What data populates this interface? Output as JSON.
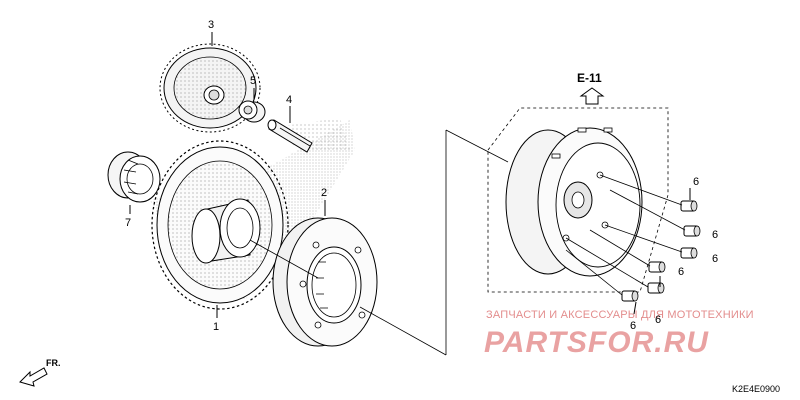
{
  "parts": {
    "gear_1": "1",
    "starter_clutch_2": "2",
    "reduction_gear_3": "3",
    "shaft_4": "4",
    "collar_5": "5",
    "bolt_6": "6",
    "needle_bearing_7": "7"
  },
  "reference": {
    "label": "E-11"
  },
  "direction": {
    "label": "FR."
  },
  "diagram_code": "K2E4E0900",
  "watermark": {
    "top_text": "ЗАПЧАСТИ И АКСЕССУАРЫ ДЛЯ МОТОТЕХНИКИ",
    "brand": "PARTSFOR.RU"
  }
}
